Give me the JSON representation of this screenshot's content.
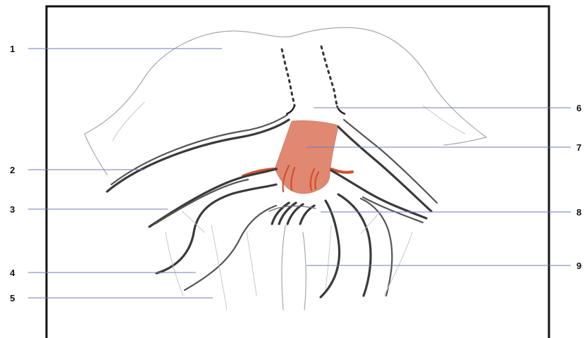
{
  "colors": {
    "frame": "#111111",
    "leader_line": "#6f7bb8",
    "highlight_region": "#e08872",
    "highlight_vessel": "#d0502c",
    "sketch_line": "#a8a8a8",
    "vessel_line": "#3a3a3a"
  },
  "labels": {
    "left": [
      "1",
      "2",
      "3",
      "4",
      "5"
    ],
    "right": [
      "6",
      "7",
      "8",
      "9"
    ]
  }
}
